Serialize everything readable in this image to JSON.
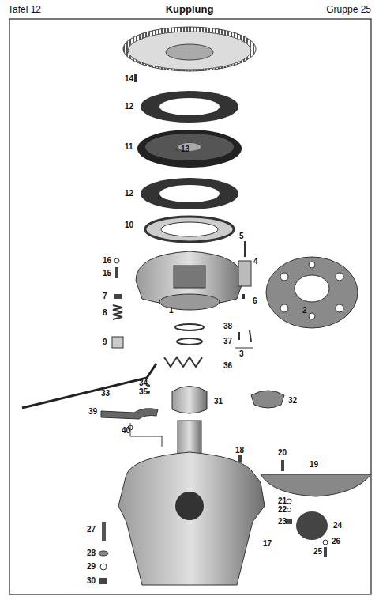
{
  "diagram": {
    "title": "Kupplung",
    "labels": [
      "Tafel 12",
      "Gruppe 25",
      "14",
      "12",
      "11",
      "13",
      "12",
      "10",
      "5",
      "4",
      "16",
      "15",
      "2",
      "1",
      "7",
      "8",
      "9",
      "6",
      "3",
      "38",
      "37",
      "36",
      "34",
      "35",
      "33",
      "31",
      "32",
      "39",
      "40",
      "18",
      "20",
      "19",
      "21",
      "22",
      "23",
      "24",
      "26",
      "25",
      "27",
      "28",
      "29",
      "30",
      "17"
    ]
  }
}
